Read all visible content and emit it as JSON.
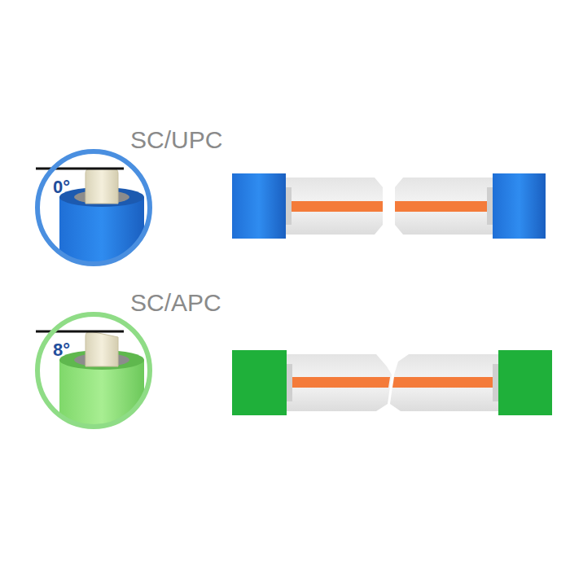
{
  "diagram": {
    "nodes": [
      {
        "text": [
          "SC/UPC",
          "0°"
        ]
      },
      {
        "text": [
          "SC/APC",
          "8°"
        ]
      }
    ]
  }
}
